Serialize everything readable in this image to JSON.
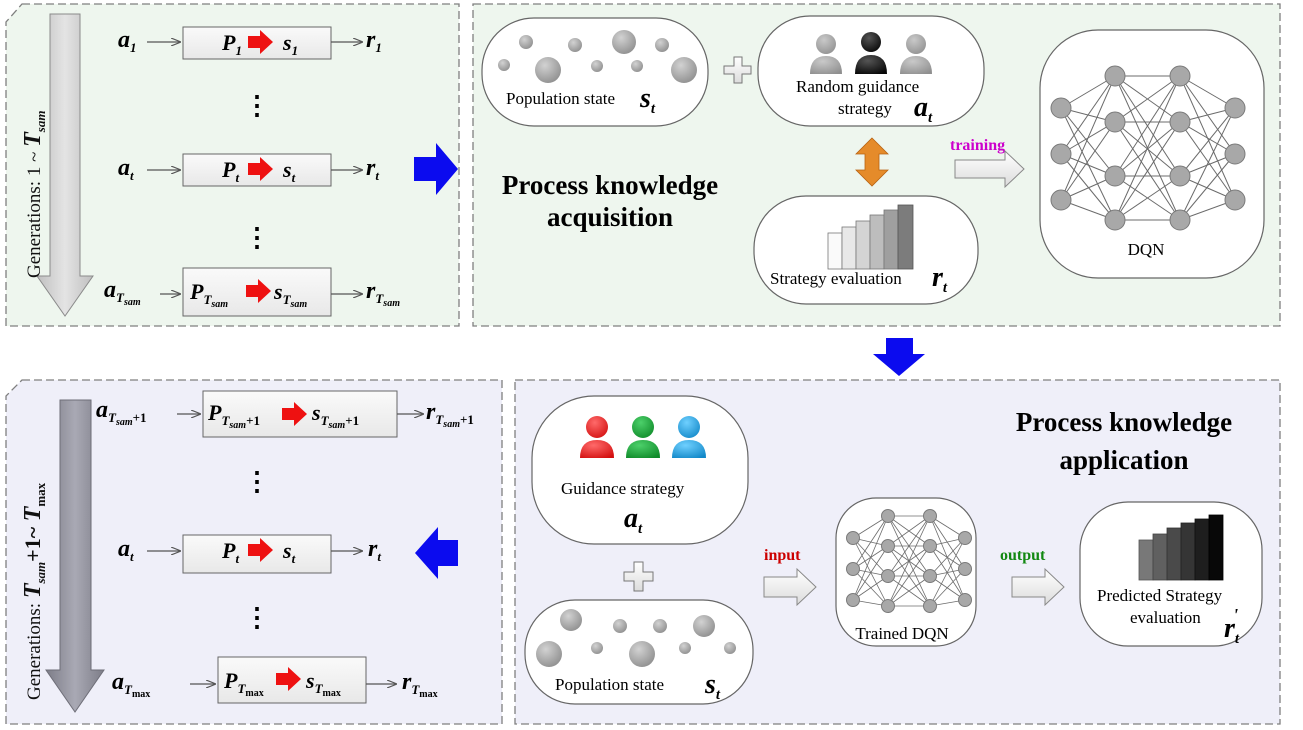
{
  "colors": {
    "top_panel_bg": "#eef6ee",
    "bottom_panel_bg": "#efeff9",
    "panel_border": "#7f7f7f",
    "big_blue_arrow": "#0b0bef",
    "small_red_arrow": "#ee1111",
    "orange_arrow": "#e58b2a",
    "training": "#cc00cc",
    "input": "#cc0000",
    "output": "#118811",
    "node_fill": "#a8a8a8",
    "person_red": "#ee1c1c",
    "person_green": "#17a335",
    "person_blue": "#19a3e6"
  },
  "top_left": {
    "axis_label": "Generations: 1 ~ ",
    "axis_var": "T",
    "axis_sub": "sam",
    "rows": [
      {
        "a": "a",
        "a_sub": "1",
        "P": "P",
        "P_sub": "1",
        "s": "s",
        "s_sub": "1",
        "r": "r",
        "r_sub": "1"
      },
      {
        "a": "a",
        "a_sub": "t",
        "P": "P",
        "P_sub": "t",
        "s": "s",
        "s_sub": "t",
        "r": "r",
        "r_sub": "t"
      },
      {
        "a": "a",
        "a_sub": "T",
        "a_subsub": "sam",
        "P": "P",
        "P_sub": "T",
        "P_subsub": "sam",
        "s": "s",
        "s_sub": "T",
        "s_subsub": "sam",
        "r": "r",
        "r_sub": "T",
        "r_subsub": "sam"
      }
    ],
    "ellipsis": "⋮"
  },
  "top_right": {
    "population_label": "Population state",
    "population_var": "s",
    "population_sub": "t",
    "plus": "+",
    "random_label_1": "Random guidance",
    "random_label_2": "strategy",
    "random_var": "a",
    "random_sub": "t",
    "evaluation_label": "Strategy evaluation",
    "evaluation_var": "r",
    "evaluation_sub": "t",
    "title_line1": "Process knowledge",
    "title_line2": "acquisition",
    "training_label": "training",
    "dqn_label": "DQN"
  },
  "bottom_left": {
    "axis_label": "Generations: ",
    "axis_var": "T",
    "axis_sub": "sam",
    "axis_mid": "+1~ ",
    "axis_var2": "T",
    "axis_sub2": "max",
    "rows": [
      {
        "a": "a",
        "a_sub": "T",
        "a_subsub": "sam",
        "a_tail": "+1",
        "P": "P",
        "P_sub": "T",
        "P_subsub": "sam",
        "P_tail": "+1",
        "s": "s",
        "s_sub": "T",
        "s_subsub": "sam",
        "s_tail": "+1",
        "r": "r",
        "r_sub": "T",
        "r_subsub": "sam",
        "r_tail": "+1"
      },
      {
        "a": "a",
        "a_sub": "t",
        "P": "P",
        "P_sub": "t",
        "s": "s",
        "s_sub": "t",
        "r": "r",
        "r_sub": "t"
      },
      {
        "a": "a",
        "a_sub": "T",
        "a_subsub": "max",
        "P": "P",
        "P_sub": "T",
        "P_subsub": "max",
        "s": "s",
        "s_sub": "T",
        "s_subsub": "max",
        "r": "r",
        "r_sub": "T",
        "r_subsub": "max"
      }
    ],
    "ellipsis": "⋮"
  },
  "bottom_right": {
    "title_line1": "Process knowledge",
    "title_line2": "application",
    "guidance_label": "Guidance  strategy",
    "guidance_var": "a",
    "guidance_sub": "t",
    "plus": "+",
    "population_label": "Population state",
    "population_var": "s",
    "population_sub": "t",
    "input_label": "input",
    "trained_label": "Trained DQN",
    "output_label": "output",
    "predicted_label_1": "Predicted Strategy",
    "predicted_label_2": "evaluation",
    "predicted_var": "r",
    "predicted_sub": "t",
    "predicted_sup": "'"
  }
}
